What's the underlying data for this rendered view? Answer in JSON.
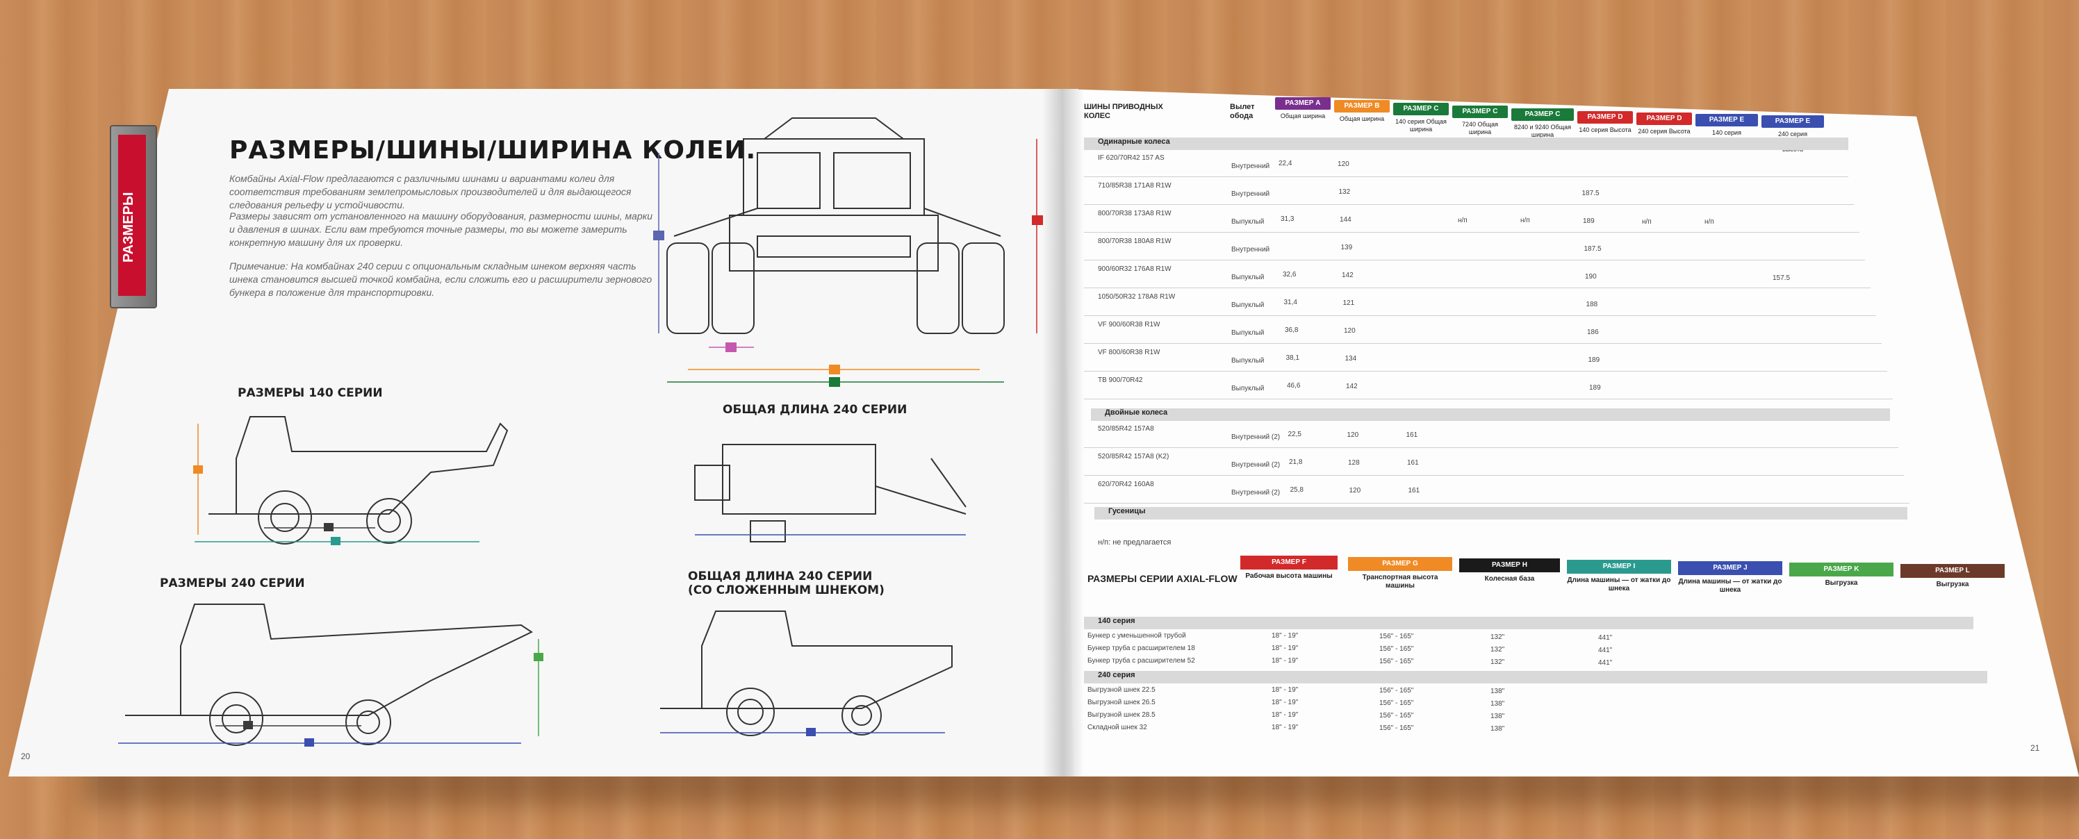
{
  "left_page": {
    "side_tab": "РАЗМЕРЫ",
    "title": "РАЗМЕРЫ/ШИНЫ/ШИРИНА КОЛЕИ.",
    "paragraphs": [
      "Комбайны Axial-Flow предлагаются с различными шинами и вариантами колеи для соответствия требованиям землепромысловых производителей и для выдающегося следования рельефу и устойчивости.",
      "Размеры зависят от установленного на машину оборудования, размерности шины, марки и давления в шинах. Если вам требуются точные размеры, то вы можете замерить конкретную машину для их проверки.",
      "Примечание: На комбайнах 240 серии с опциональным складным шнеком верхняя часть шнека становится высшей точкой комбайна, если сложить его и расширители зернового бункера в положение для транспортировки."
    ],
    "captions": {
      "c140": "РАЗМЕРЫ 140 СЕРИИ",
      "c240": "РАЗМЕРЫ 240 СЕРИИ",
      "len240": "ОБЩАЯ ДЛИНА 240 СЕРИИ",
      "len240_folded_1": "ОБЩАЯ ДЛИНА 240 СЕРИИ",
      "len240_folded_2": "(СО СЛОЖЕННЫМ ШНЕКОМ)"
    },
    "page_number": "20"
  },
  "right_page": {
    "table1": {
      "col_headers": {
        "tires": "ШИНЫ ПРИВОДНЫХ КОЛЕС",
        "rim": "Вылет обода",
        "sizes": [
          {
            "badge": "РАЗМЕР A",
            "color": "#7a2f8f",
            "sub": "Общая ширина"
          },
          {
            "badge": "РАЗМЕР B",
            "color": "#f08a24",
            "sub": "Общая ширина"
          },
          {
            "badge": "РАЗМЕР C",
            "color": "#1a7a3a",
            "sub": "140 серия Общая ширина"
          },
          {
            "badge": "РАЗМЕР C",
            "color": "#1a7a3a",
            "sub": "7240 Общая ширина"
          },
          {
            "badge": "РАЗМЕР C",
            "color": "#1a7a3a",
            "sub": "8240 и 9240 Общая ширина"
          },
          {
            "badge": "РАЗМЕР D",
            "color": "#d22a2a",
            "sub": "140 серия Высота"
          },
          {
            "badge": "РАЗМЕР D",
            "color": "#d22a2a",
            "sub": "240 серия Высота"
          },
          {
            "badge": "РАЗМЕР E",
            "color": "#3a4fb0",
            "sub": "140 серия Транспортная высота"
          },
          {
            "badge": "РАЗМЕР E",
            "color": "#3a4fb0",
            "sub": "240 серия Транспортная высота"
          }
        ]
      },
      "sections": [
        "Одинарные колеса",
        "Двойные колеса",
        "Гусеницы"
      ],
      "rows": [
        {
          "tire": "IF 620/70R42 157 AS",
          "rim": "Внутренний",
          "a": "22,4",
          "b": "120",
          "c": "",
          "d": "",
          "e": "",
          "f": "",
          "g": "",
          "h": "",
          "i": ""
        },
        {
          "tire": "710/85R38 171A8 R1W",
          "rim": "Внутренний",
          "a": "",
          "b": "132",
          "c": "",
          "d": "",
          "e": "",
          "f": "187.5",
          "g": "",
          "h": "",
          "i": ""
        },
        {
          "tire": "800/70R38 173A8 R1W",
          "rim": "Выпуклый",
          "a": "31,3",
          "b": "144",
          "c": "",
          "d": "н/п",
          "e": "н/п",
          "f": "189",
          "g": "н/п",
          "h": "н/п",
          "i": ""
        },
        {
          "tire": "800/70R38 180A8 R1W",
          "rim": "Внутренний",
          "a": "",
          "b": "139",
          "c": "",
          "d": "",
          "e": "",
          "f": "187.5",
          "g": "",
          "h": "",
          "i": ""
        },
        {
          "tire": "900/60R32 176A8 R1W",
          "rim": "Выпуклый",
          "a": "32,6",
          "b": "142",
          "c": "",
          "d": "",
          "e": "",
          "f": "190",
          "g": "",
          "h": "",
          "i": "157.5"
        },
        {
          "tire": "1050/50R32 178A8 R1W",
          "rim": "Выпуклый",
          "a": "31,4",
          "b": "121",
          "c": "",
          "d": "",
          "e": "",
          "f": "188",
          "g": "",
          "h": "",
          "i": ""
        },
        {
          "tire": "VF 900/60R38 R1W",
          "rim": "Выпуклый",
          "a": "36,8",
          "b": "120",
          "c": "",
          "d": "",
          "e": "",
          "f": "186",
          "g": "",
          "h": "",
          "i": ""
        },
        {
          "tire": "VF 800/60R38 R1W",
          "rim": "Выпуклый",
          "a": "38,1",
          "b": "134",
          "c": "",
          "d": "",
          "e": "",
          "f": "189",
          "g": "",
          "h": "",
          "i": ""
        },
        {
          "tire": "TB 900/70R42",
          "rim": "Выпуклый",
          "a": "46,6",
          "b": "142",
          "c": "",
          "d": "",
          "e": "",
          "f": "189",
          "g": "",
          "h": "",
          "i": ""
        },
        {
          "tire": "520/85R42 157A8",
          "rim": "Внутренний (2)",
          "a": "22,5",
          "b": "120",
          "c": "161",
          "d": "",
          "e": "",
          "f": "",
          "g": "",
          "h": "",
          "i": ""
        },
        {
          "tire": "520/85R42 157A8 (K2)",
          "rim": "Внутренний (2)",
          "a": "21,8",
          "b": "128",
          "c": "161",
          "d": "",
          "e": "",
          "f": "",
          "g": "",
          "h": "",
          "i": ""
        },
        {
          "tire": "620/70R42 160A8",
          "rim": "Внутренний (2)",
          "a": "25,8",
          "b": "120",
          "c": "161",
          "d": "",
          "e": "",
          "f": "",
          "g": "",
          "h": "",
          "i": ""
        }
      ],
      "footnote": "н/п: не предлагается"
    },
    "table2": {
      "title": "РАЗМЕРЫ СЕРИИ AXIAL-FLOW",
      "badges": [
        {
          "label": "РАЗМЕР F",
          "color": "#d22a2a",
          "sub": "Рабочая высота машины"
        },
        {
          "label": "РАЗМЕР G",
          "color": "#f08a24",
          "sub": "Транспортная высота машины"
        },
        {
          "label": "РАЗМЕР H",
          "color": "#1a1a1a",
          "sub": "Колесная база"
        },
        {
          "label": "РАЗМЕР I",
          "color": "#2a9a8f",
          "sub": "Длина машины — от жатки до шнека"
        },
        {
          "label": "РАЗМЕР J",
          "color": "#3a4fb0",
          "sub": "Длина машины — от жатки до шнека"
        },
        {
          "label": "РАЗМЕР K",
          "color": "#4aa84a",
          "sub": "Выгрузка"
        },
        {
          "label": "РАЗМЕР L",
          "color": "#6b3a2a",
          "sub": "Выгрузка"
        }
      ],
      "sections": [
        "140 серия",
        "240 серия"
      ],
      "rows": [
        {
          "name": "Бункер с уменьшенной трубой",
          "f": "18\" - 19\"",
          "g": "156\" - 165\"",
          "h": "132\"",
          "i": "441\"",
          "j": "",
          "k": "",
          "l": ""
        },
        {
          "name": "Бункер труба с расширителем 18",
          "f": "18\" - 19\"",
          "g": "156\" - 165\"",
          "h": "132\"",
          "i": "441\"",
          "j": "",
          "k": "",
          "l": ""
        },
        {
          "name": "Бункер труба с расширителем 52",
          "f": "18\" - 19\"",
          "g": "156\" - 165\"",
          "h": "132\"",
          "i": "441\"",
          "j": "",
          "k": "",
          "l": ""
        },
        {
          "name": "Выгрузной шнек 22.5",
          "f": "18\" - 19\"",
          "g": "156\" - 165\"",
          "h": "138\"",
          "i": "",
          "j": "",
          "k": "",
          "l": ""
        },
        {
          "name": "Выгрузной шнек 26.5",
          "f": "18\" - 19\"",
          "g": "156\" - 165\"",
          "h": "138\"",
          "i": "",
          "j": "",
          "k": "",
          "l": ""
        },
        {
          "name": "Выгрузной шнек 28.5",
          "f": "18\" - 19\"",
          "g": "156\" - 165\"",
          "h": "138\"",
          "i": "",
          "j": "",
          "k": "",
          "l": ""
        },
        {
          "name": "Складной шнек 32",
          "f": "18\" - 19\"",
          "g": "156\" - 165\"",
          "h": "138\"",
          "i": "",
          "j": "",
          "k": "",
          "l": ""
        }
      ]
    },
    "page_number": "21"
  }
}
